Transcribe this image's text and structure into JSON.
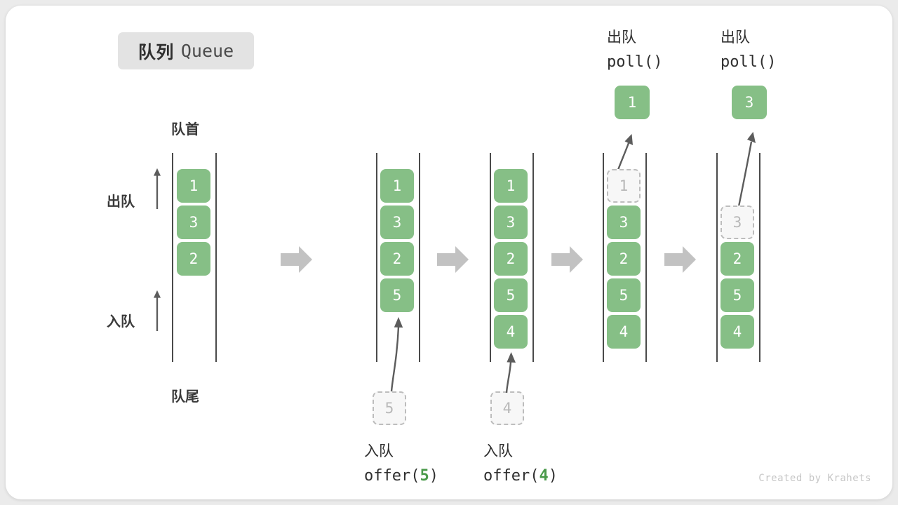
{
  "card": {
    "title_cn": "队列",
    "title_en": "Queue",
    "credit": "Created by Krahets"
  },
  "axis_labels": {
    "head": "队首",
    "tail": "队尾",
    "dequeue": "出队",
    "enqueue": "入队"
  },
  "colors": {
    "cell_fill": "#86bf86",
    "cell_text": "#ffffff",
    "ghost_fill": "#f7f7f7",
    "ghost_border": "#bdbdbd",
    "ghost_text": "#b8b8b8",
    "rail": "#4a4a4a",
    "step_arrow": "#c2c2c2",
    "curve_arrow": "#5c5c5c",
    "accent_green": "#4a9a4a",
    "badge_bg": "#e3e3e3",
    "card_bg": "#ffffff",
    "page_bg": "#ebebeb"
  },
  "columns": [
    {
      "id": "initial",
      "cells": [
        "1",
        "3",
        "2"
      ],
      "ghost_indices": [],
      "caption": null,
      "top_label": null,
      "popped": null,
      "input": null
    },
    {
      "id": "after-offer-5",
      "cells": [
        "1",
        "3",
        "2",
        "5"
      ],
      "ghost_indices": [],
      "caption": {
        "cn": "入队",
        "code_prefix": "offer(",
        "code_num": "5",
        "code_suffix": ")"
      },
      "top_label": null,
      "popped": null,
      "input": "5"
    },
    {
      "id": "after-offer-4",
      "cells": [
        "1",
        "3",
        "2",
        "5",
        "4"
      ],
      "ghost_indices": [],
      "caption": {
        "cn": "入队",
        "code_prefix": "offer(",
        "code_num": "4",
        "code_suffix": ")"
      },
      "top_label": null,
      "popped": null,
      "input": "4"
    },
    {
      "id": "after-poll-1",
      "cells": [
        "1",
        "3",
        "2",
        "5",
        "4"
      ],
      "ghost_indices": [
        0
      ],
      "caption": null,
      "top_label": {
        "cn": "出队",
        "code": "poll()"
      },
      "popped": "1",
      "input": null
    },
    {
      "id": "after-poll-3",
      "cells": [
        "3",
        "2",
        "5",
        "4"
      ],
      "ghost_indices": [
        0
      ],
      "caption": null,
      "top_label": {
        "cn": "出队",
        "code": "poll()"
      },
      "popped": "3",
      "input": null
    }
  ],
  "step_arrows": 4
}
